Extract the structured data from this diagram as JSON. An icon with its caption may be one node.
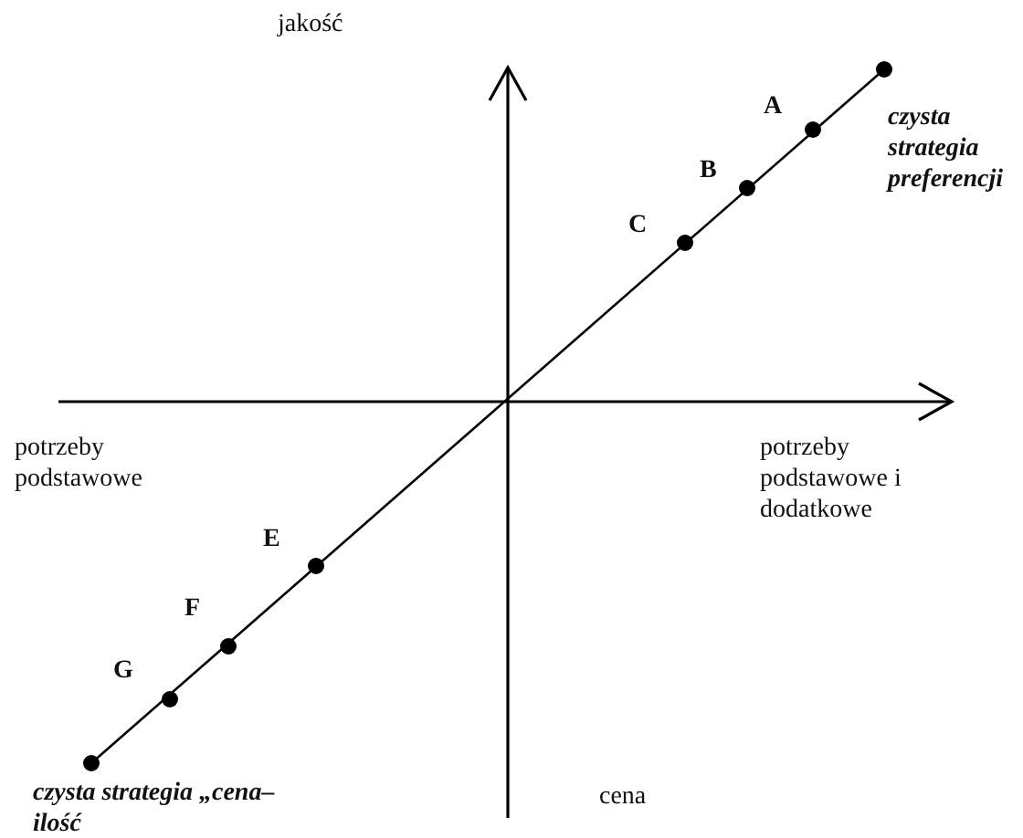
{
  "diagram": {
    "labels": [
      "jakość",
      "A",
      "czysta strategia preferencji",
      "B",
      "C",
      "potrzeby podstawowe",
      "potrzeby podstawowe i dodatkowe",
      "E",
      "F",
      "G",
      "cena",
      "czysta strategia „cena–ilość"
    ]
  }
}
